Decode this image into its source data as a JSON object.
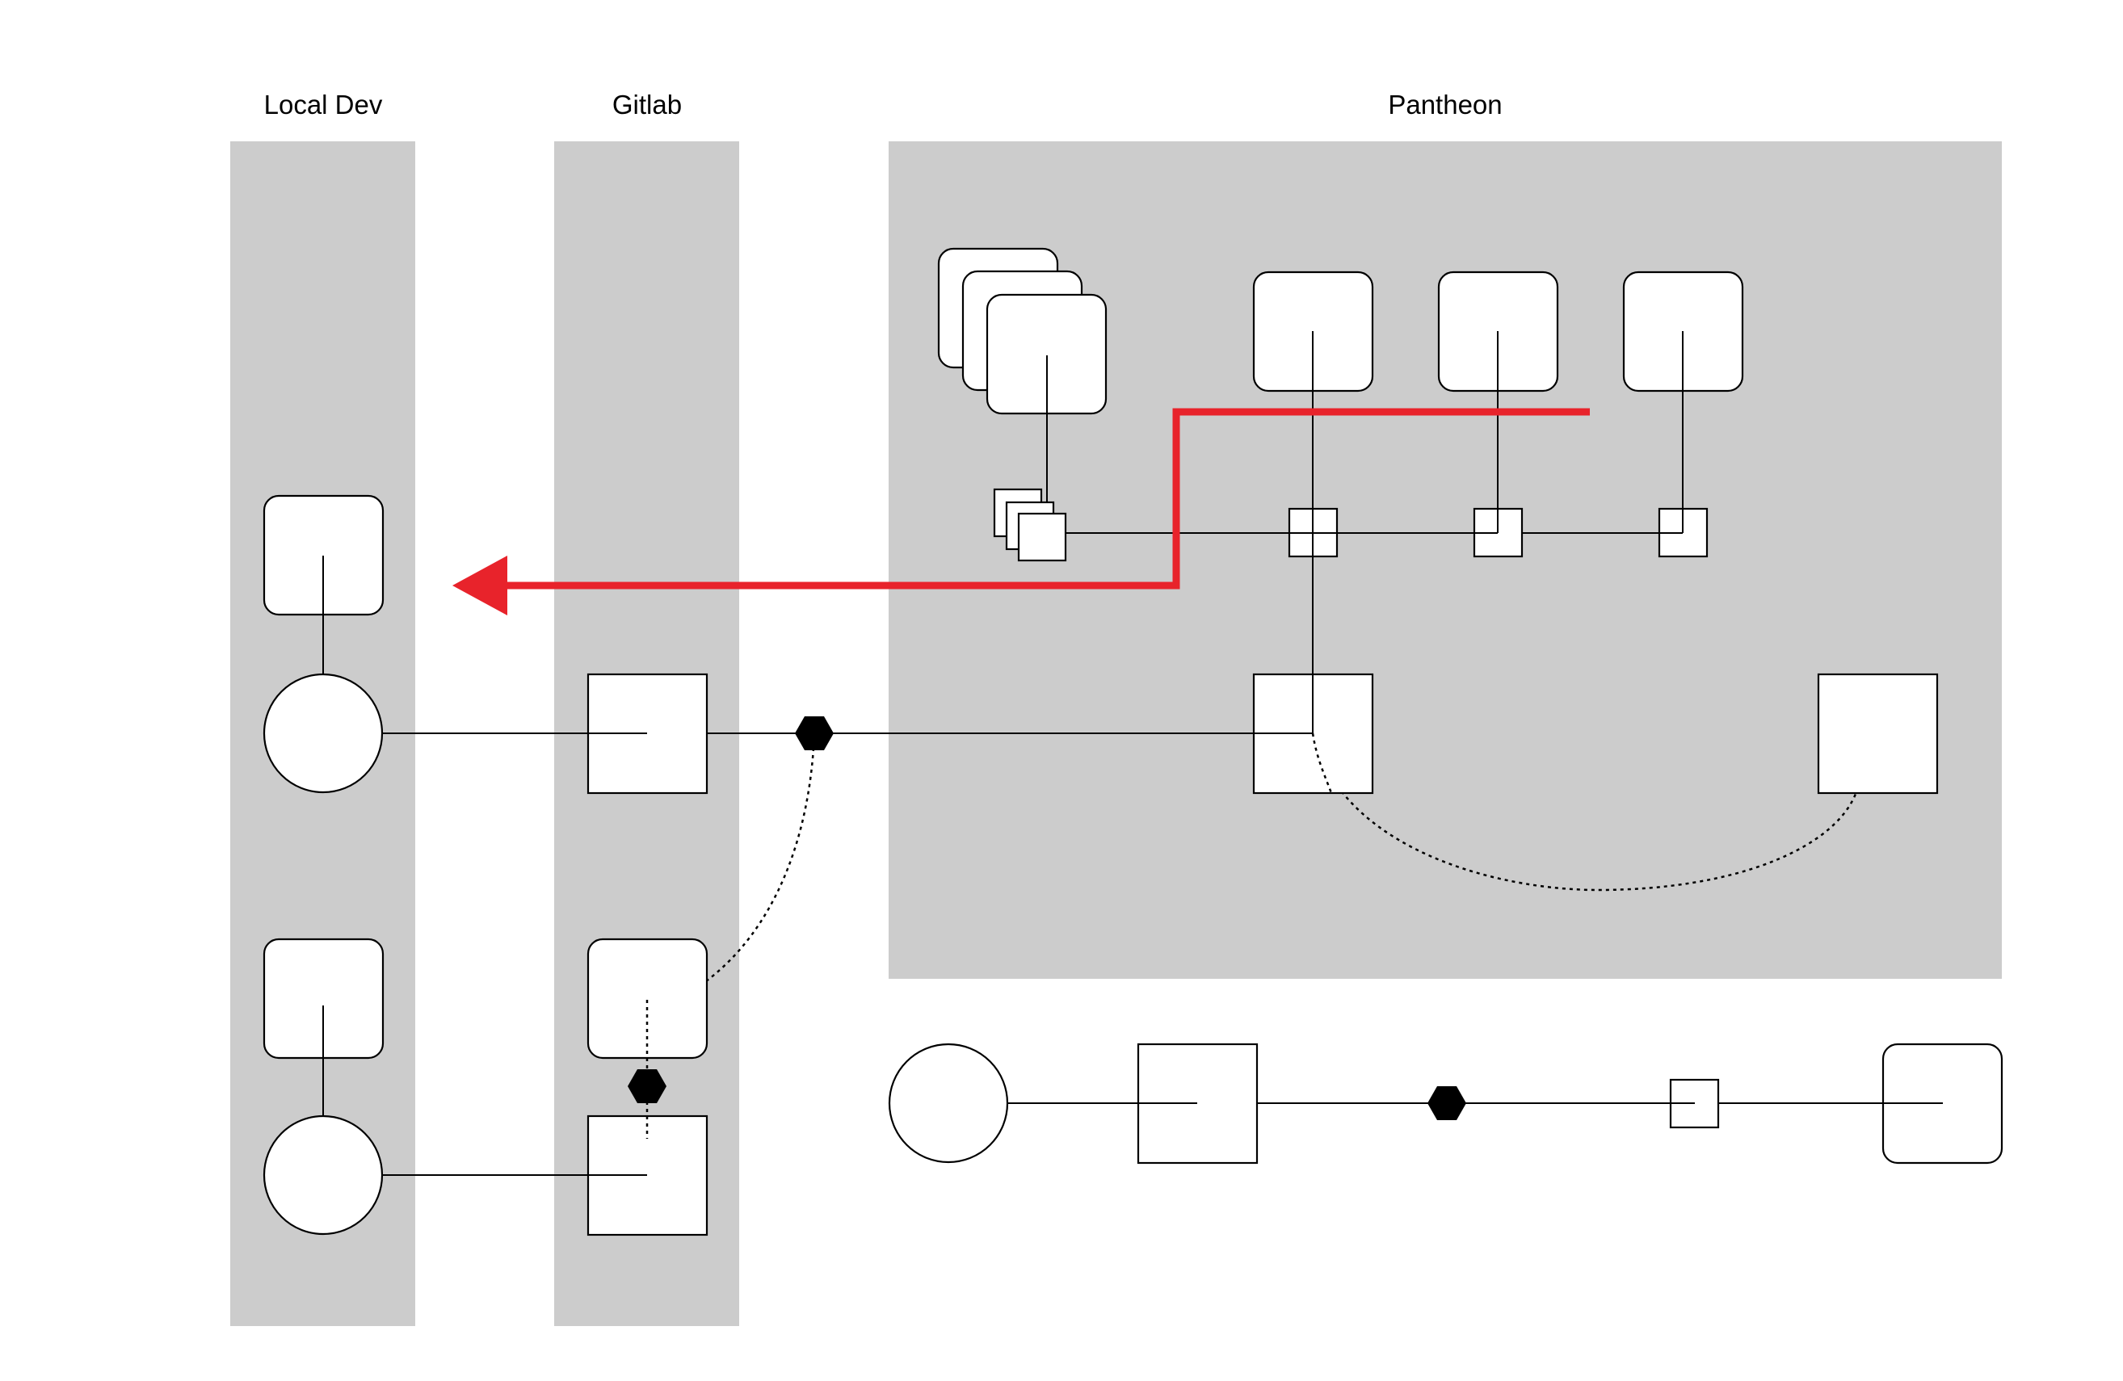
{
  "lanes": {
    "local_dev": "Local Dev",
    "gitlab": "Gitlab",
    "pantheon": "Pantheon"
  },
  "colors": {
    "lane_fill": "#cccccc",
    "node_fill": "#ffffff",
    "stroke": "#000000",
    "highlight_path": "#e8232b"
  }
}
